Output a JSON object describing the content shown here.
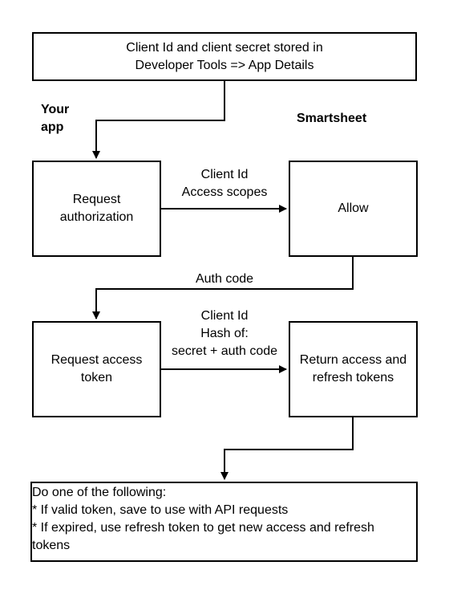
{
  "boxes": {
    "client_secret": "Client Id and client secret stored in\nDeveloper Tools => App Details",
    "request_authorization": "Request\nauthorization",
    "allow": "Allow",
    "request_access_token": "Request access\ntoken",
    "return_tokens": "Return access and\nrefresh tokens",
    "final_steps": "Do one of the following:\n* If valid token, save to use with API requests\n* If expired, use refresh token to get new access and refresh\ntokens"
  },
  "lanes": {
    "your_app": "Your\napp",
    "smartsheet": "Smartsheet"
  },
  "edge_labels": {
    "authorization_request": "Client Id\nAccess scopes",
    "auth_code": "Auth code",
    "token_request": "Client Id\nHash of:\nsecret + auth code"
  }
}
